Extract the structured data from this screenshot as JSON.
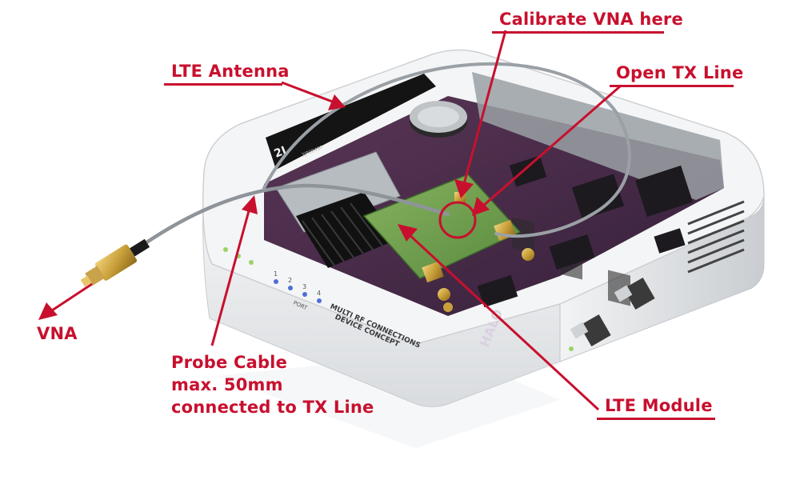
{
  "annotations": {
    "calibrate": "Calibrate VNA here",
    "lte_antenna": "LTE Antenna",
    "open_tx": "Open TX Line",
    "vna": "VNA",
    "probe_line1": "Probe Cable",
    "probe_line2": "max. 50mm",
    "probe_line3": "connected to TX Line",
    "lte_module": "LTE Module"
  },
  "device_print": {
    "antenna_brand": "2J",
    "antenna_code": "2JP0049P",
    "case_label_1": "MULTI RF CONNECTIONS",
    "case_label_2": "DEVICE CONCEPT",
    "port_label": "PORT",
    "port_1": "1",
    "port_2": "2",
    "port_3": "3",
    "port_4": "4",
    "board_brand": "HALO"
  },
  "colors": {
    "accent_red": "#c8102e",
    "pcb_purple": "#4a2a45",
    "module_green": "#6e9a4c",
    "case_white": "#eceeef"
  }
}
